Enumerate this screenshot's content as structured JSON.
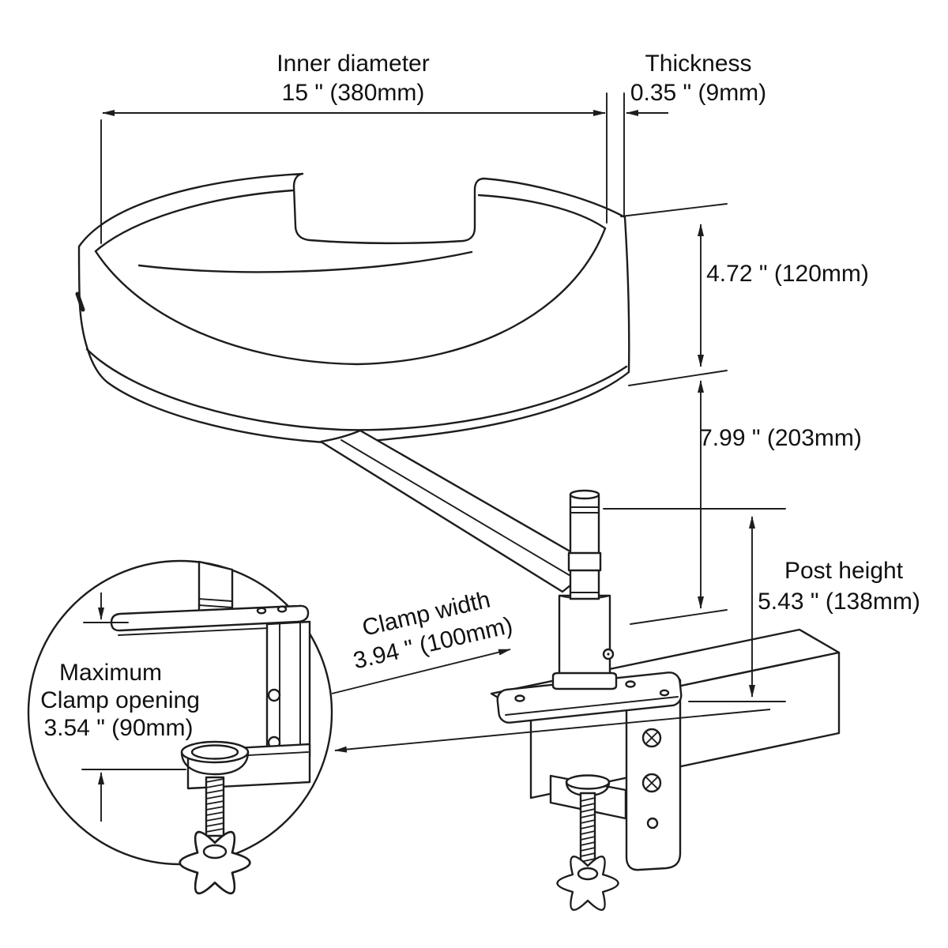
{
  "diagram": {
    "line_color": "#1d1d1d",
    "background": "#ffffff",
    "labels": {
      "inner_diameter": {
        "title": "Inner diameter",
        "value": "15 \" (380mm)"
      },
      "thickness": {
        "title": "Thickness",
        "value": "0.35 \" (9mm)"
      },
      "rim_height": {
        "value": "4.72 \" (120mm)"
      },
      "bowl_to_desk": {
        "value": "7.99 \" (203mm)"
      },
      "post_height": {
        "title": "Post height",
        "value": "5.43 \" (138mm)"
      },
      "clamp_width": {
        "title": "Clamp width",
        "value": "3.94 \" (100mm)"
      },
      "max_clamp_opening": {
        "title_line1": "Maximum",
        "title_line2": "Clamp opening",
        "value": "3.54 \" (90mm)"
      }
    }
  }
}
